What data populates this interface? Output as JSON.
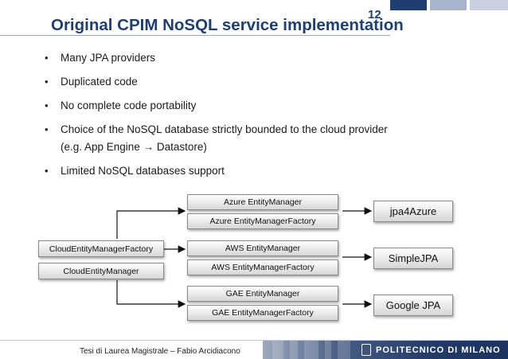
{
  "slide": {
    "page_number": "12",
    "title": "Original CPIM NoSQL service implementation",
    "bullets": [
      "Many JPA providers",
      "Duplicated code",
      "No complete code portability",
      "Choice of the NoSQL database strictly bounded to the cloud provider (e.g. App Engine → Datastore)",
      "Limited NoSQL databases support"
    ],
    "accent_color": "#1f3f73"
  },
  "diagram": {
    "left": [
      "CloudEntityManagerFactory",
      "CloudEntityManager"
    ],
    "groups": [
      {
        "manager": "Azure EntityManager",
        "factory": "Azure EntityManagerFactory",
        "provider": "jpa4Azure"
      },
      {
        "manager": "AWS EntityManager",
        "factory": "AWS EntityManagerFactory",
        "provider": "SimpleJPA"
      },
      {
        "manager": "GAE EntityManager",
        "factory": "GAE EntityManagerFactory",
        "provider": "Google JPA"
      }
    ]
  },
  "footer": {
    "author": "Tesi di Laurea Magistrale – Fabio Arcidiacono",
    "brand": "POLITECNICO DI MILANO"
  }
}
